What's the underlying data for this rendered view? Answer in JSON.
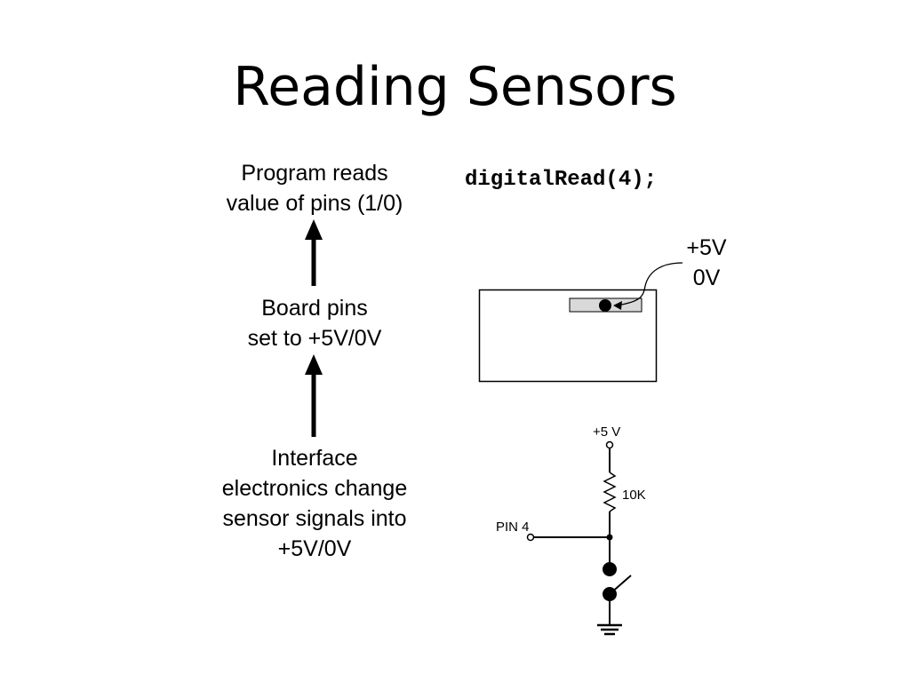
{
  "slide": {
    "title": "Reading Sensors"
  },
  "flow": {
    "step1": {
      "line1": "Program reads",
      "line2": "value of pins (1/0)"
    },
    "step2": {
      "line1": "Board pins",
      "line2": "set to +5V/0V"
    },
    "step3": {
      "line1": "Interface",
      "line2": "electronics change",
      "line3": "sensor signals into",
      "line4": "+5V/0V"
    }
  },
  "code": {
    "call": "digitalRead(4);"
  },
  "board": {
    "voltage_high": "+5V",
    "voltage_low": "0V"
  },
  "schematic": {
    "supply_label": "+5 V",
    "resistor_label": "10K",
    "pin_label": "PIN 4"
  },
  "icons": {
    "arrow": "arrow-up-icon",
    "ground": "ground-icon",
    "resistor": "resistor-icon",
    "switch": "switch-icon"
  }
}
